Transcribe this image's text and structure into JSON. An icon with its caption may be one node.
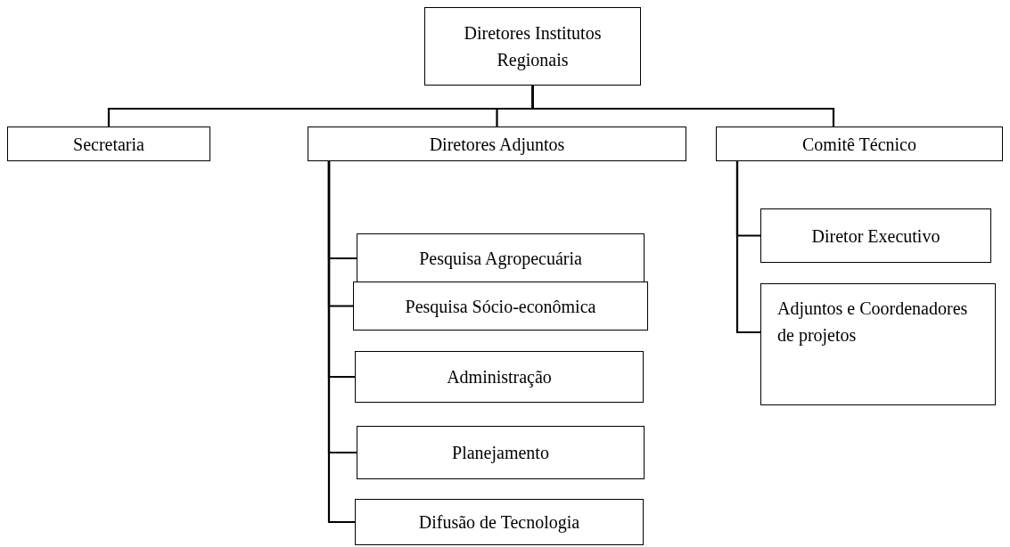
{
  "diagram": {
    "nodes": [
      {
        "text": [
          "Diretores Institutos Regionais"
        ]
      },
      {
        "text": [
          "Secretaria"
        ]
      },
      {
        "text": [
          "Diretores Adjuntos"
        ]
      },
      {
        "text": [
          "Comitê Técnico"
        ]
      },
      {
        "text": [
          "Pesquisa Agropecuária"
        ]
      },
      {
        "text": [
          "Pesquisa Sócio-econômica"
        ]
      },
      {
        "text": [
          "Administração"
        ]
      },
      {
        "text": [
          "Planejamento"
        ]
      },
      {
        "text": [
          "Difusão de Tecnologia"
        ]
      },
      {
        "text": [
          "Diretor Executivo"
        ]
      },
      {
        "text": [
          "Adjuntos e Coordenadores de projetos"
        ]
      }
    ],
    "edges": [
      {
        "from": 0,
        "to": 1,
        "arrow": "none"
      },
      {
        "from": 0,
        "to": 2,
        "arrow": "none"
      },
      {
        "from": 0,
        "to": 3,
        "arrow": "none"
      },
      {
        "from": 2,
        "to": 4,
        "arrow": "none"
      },
      {
        "from": 2,
        "to": 5,
        "arrow": "none"
      },
      {
        "from": 2,
        "to": 6,
        "arrow": "none"
      },
      {
        "from": 2,
        "to": 7,
        "arrow": "none"
      },
      {
        "from": 2,
        "to": 8,
        "arrow": "none"
      },
      {
        "from": 3,
        "to": 9,
        "arrow": "none"
      },
      {
        "from": 3,
        "to": 10,
        "arrow": "none"
      }
    ]
  }
}
